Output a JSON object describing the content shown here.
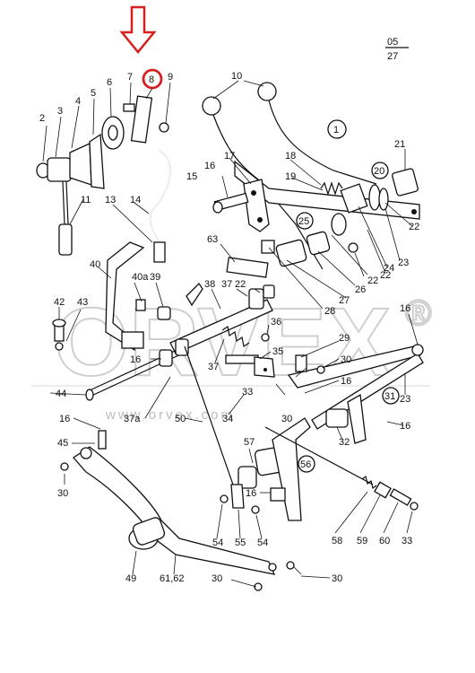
{
  "page_ref": {
    "top": "05",
    "bottom": "27"
  },
  "watermark": {
    "brand": "ORVEX",
    "registered": "®",
    "url": "www.orvex.com"
  },
  "highlight": {
    "part": "8",
    "arrow_color": "#d62020",
    "circle_color": "#d62020"
  },
  "callouts": {
    "c1": "1",
    "c20": "20",
    "c25": "25",
    "c31": "31",
    "c56": "56"
  },
  "parts": {
    "p2": "2",
    "p3": "3",
    "p4": "4",
    "p5": "5",
    "p6": "6",
    "p7": "7",
    "p8": "8",
    "p9": "9",
    "p10": "10",
    "p11": "11",
    "p13": "13",
    "p14": "14",
    "p15": "15",
    "p16a": "16",
    "p17": "17",
    "p18": "18",
    "p19": "19",
    "p21": "21",
    "p22a": "22",
    "p22b": "22",
    "p22c": "22",
    "p22d": "22",
    "p23a": "23",
    "p23b": "23",
    "p24": "24",
    "p26": "26",
    "p27": "27",
    "p28": "28",
    "p63": "63",
    "p40": "40",
    "p40a": "40a",
    "p39": "39",
    "p38": "38",
    "p37a": "37",
    "p37b": "37",
    "p42": "42",
    "p43": "43",
    "p16b": "16",
    "p16c": "16",
    "p16d": "16",
    "p16e": "16",
    "p16f": "16",
    "p16g": "16",
    "p36": "36",
    "p35": "35",
    "p29": "29",
    "p30a": "30",
    "p30b": "30",
    "p30c": "30",
    "p30d": "30",
    "p30e": "30",
    "p44": "44",
    "p37c": "37a",
    "p50": "50",
    "p34": "34",
    "p33a": "33",
    "p33b": "33",
    "p32": "32",
    "p45": "45",
    "p57": "57",
    "p54a": "54",
    "p54b": "54",
    "p55": "55",
    "p58": "58",
    "p59": "59",
    "p60": "60",
    "p49": "49",
    "p6162": "61,62"
  }
}
